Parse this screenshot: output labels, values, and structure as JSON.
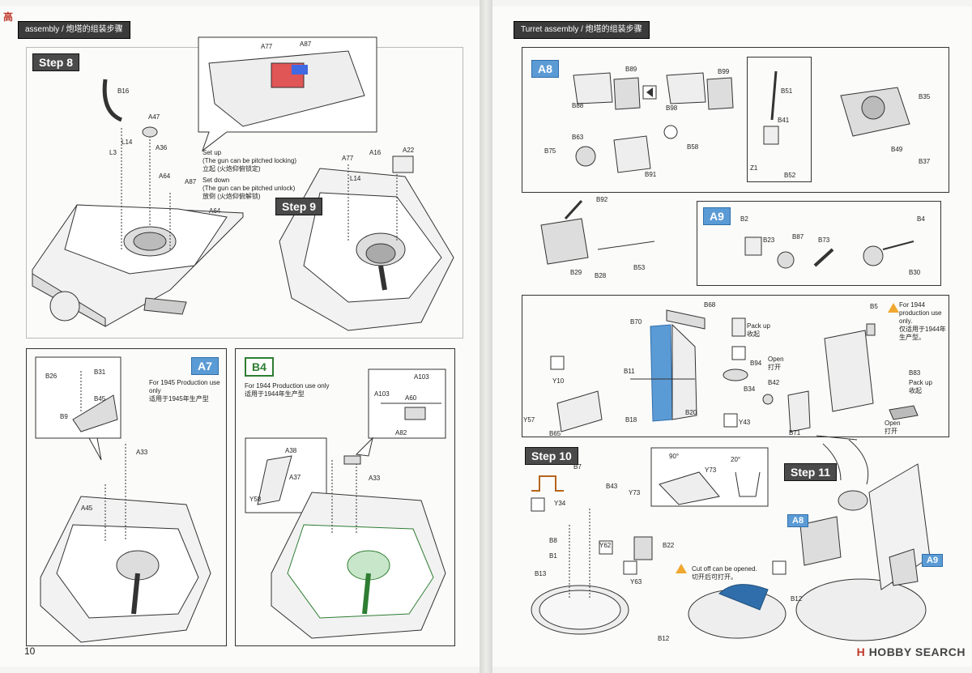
{
  "left": {
    "header": "assembly / 炮塔的组装步骤",
    "steps": {
      "step8": "Step 8",
      "step9": "Step 9",
      "a7": "A7",
      "b4": "B4"
    },
    "step8_labels": [
      "B16",
      "A47",
      "L14",
      "L3",
      "A36",
      "A64",
      "A87",
      "A64",
      "A77",
      "A87"
    ],
    "notes": {
      "set_up_en": "Set up",
      "set_up_en2": "(The gun can be pitched locking)",
      "set_up_cn": "立起 (火炮仰俯锁定)",
      "set_down_en": "Set down",
      "set_down_en2": "(The gun can be pitched unlock)",
      "set_down_cn": "放倒 (火炮仰俯解锁)"
    },
    "step9_labels": [
      "A77",
      "A16",
      "A22",
      "L14"
    ],
    "a7_note_en": "For 1945 Production use only",
    "a7_note_cn": "适用于1945年生产型",
    "a7_labels": [
      "B26",
      "B31",
      "B45",
      "B9",
      "A33",
      "A45"
    ],
    "b4_note_en": "For 1944 Production use only",
    "b4_note_cn": "适用于1944年生产型",
    "b4_labels": [
      "A103",
      "A103",
      "A60",
      "A82",
      "A38",
      "A37",
      "Y58",
      "A33"
    ],
    "page_number": "10"
  },
  "right": {
    "header": "Turret assembly / 炮塔的组装步骤",
    "subs": {
      "a8": "A8",
      "a9": "A9",
      "step10": "Step 10",
      "step11": "Step 11",
      "a8b": "A8",
      "a9b": "A9"
    },
    "a8_labels": [
      "B89",
      "B88",
      "B99",
      "B98",
      "B63",
      "B58",
      "B75",
      "B91",
      "B92",
      "B29",
      "B28",
      "B53",
      "B51",
      "B41",
      "Z1",
      "B52",
      "B35",
      "B49",
      "B37"
    ],
    "a9_labels": [
      "B2",
      "B23",
      "B87",
      "B73",
      "B4",
      "B30"
    ],
    "mid_labels": [
      "B68",
      "B70",
      "B11",
      "Y10",
      "Y57",
      "B65",
      "B18",
      "B20",
      "B94",
      "B34",
      "B42",
      "Y43",
      "B71",
      "B5",
      "B83"
    ],
    "mid_notes": {
      "pack_up_en": "Pack up",
      "pack_up_cn": "收起",
      "open_en": "Open",
      "open_cn": "打开",
      "warn_en": "For 1944 production use only.",
      "warn_cn": "仅适用于1944年生产型。",
      "pack_up2_en": "Pack up",
      "pack_up2_cn": "收起",
      "open2_en": "Open",
      "open2_cn": "打开"
    },
    "step10_labels": [
      "B7",
      "B43",
      "Y73",
      "Y34",
      "B8",
      "B1",
      "Y62",
      "B22",
      "B13",
      "Y63",
      "B12"
    ],
    "angles": {
      "a1": "90°",
      "a2": "20°",
      "y73": "Y73"
    },
    "cut_note_en": "Cut off can be opened.",
    "cut_note_cn": "切开后可打开。",
    "step11_labels": [
      "B12"
    ]
  },
  "brand": {
    "mark": "H",
    "name": "HOBBY SEARCH"
  },
  "corner_logo": "高"
}
